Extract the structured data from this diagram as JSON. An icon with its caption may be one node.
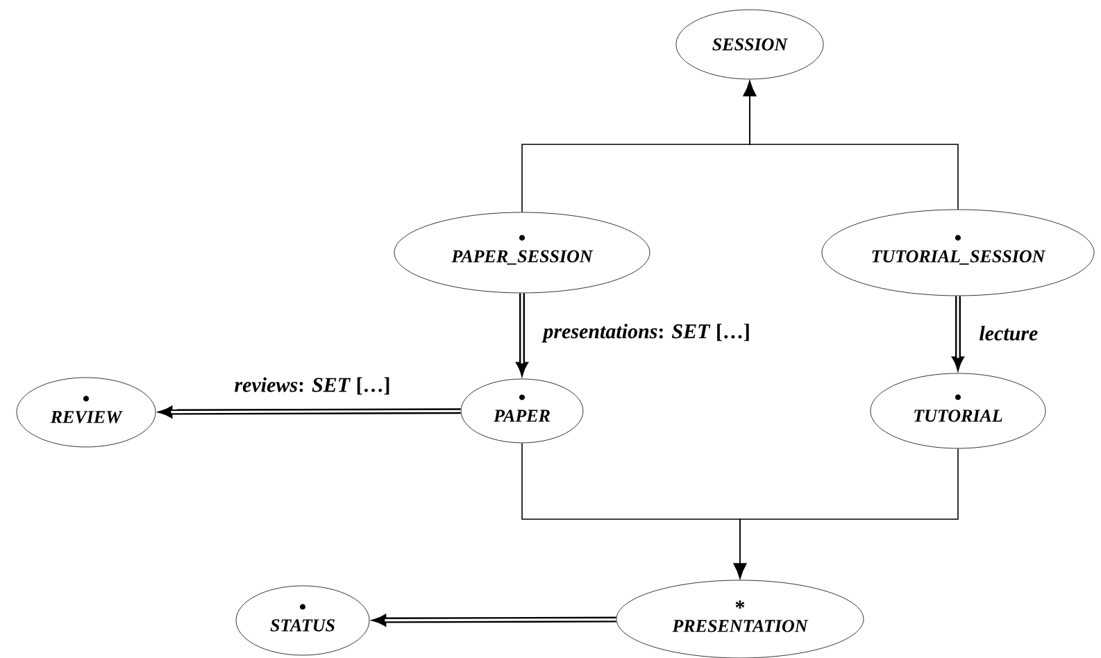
{
  "diagram": {
    "nodes": [
      {
        "text": [
          "SESSION"
        ]
      },
      {
        "text": [
          "•",
          "PAPER_SESSION"
        ]
      },
      {
        "text": [
          "•",
          "TUTORIAL_SESSION"
        ]
      },
      {
        "text": [
          "•",
          "REVIEW"
        ]
      },
      {
        "text": [
          "•",
          "PAPER"
        ]
      },
      {
        "text": [
          "•",
          "TUTORIAL"
        ]
      },
      {
        "text": [
          "•",
          "STATUS"
        ]
      },
      {
        "text": [
          "*",
          "PRESENTATION"
        ]
      }
    ],
    "edges": [
      {
        "from": 1,
        "to": 0,
        "arrow": "to"
      },
      {
        "from": 2,
        "to": 0,
        "arrow": "to"
      },
      {
        "from": 1,
        "to": 4,
        "arrow": "to",
        "style": "thick",
        "label": "*presentations*: *SET* […]"
      },
      {
        "from": 2,
        "to": 5,
        "arrow": "to",
        "style": "thick",
        "label": "*lecture*"
      },
      {
        "from": 4,
        "to": 3,
        "arrow": "to",
        "style": "thick",
        "label": "*reviews*: *SET* […]"
      },
      {
        "from": 4,
        "to": 7,
        "arrow": "to"
      },
      {
        "from": 5,
        "to": 7,
        "arrow": "to"
      },
      {
        "from": 7,
        "to": 6,
        "arrow": "to",
        "style": "thick"
      }
    ]
  }
}
